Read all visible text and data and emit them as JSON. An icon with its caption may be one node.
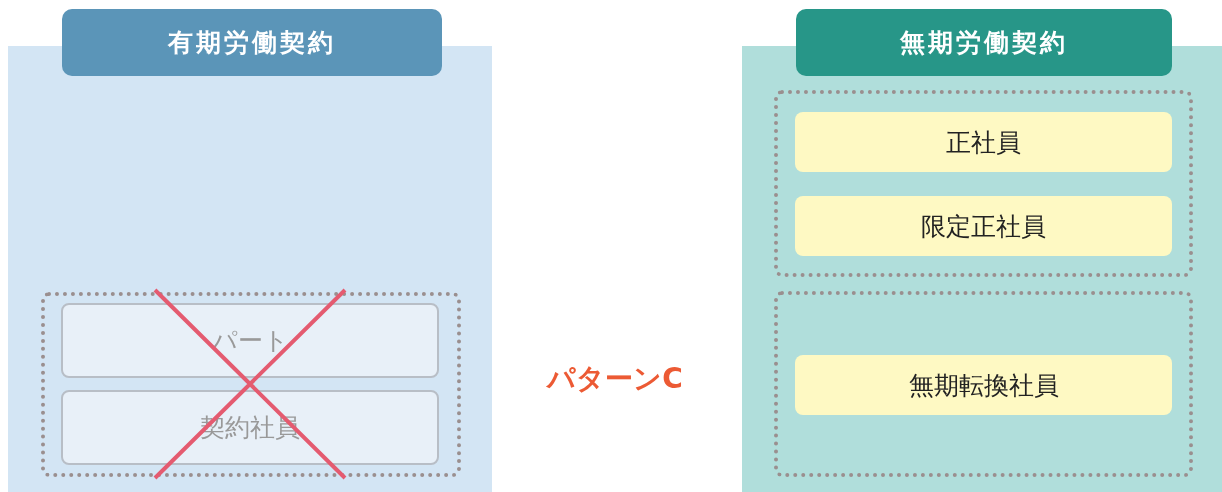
{
  "diagram": {
    "nodes": [
      {
        "text": [
          "有期労働契約"
        ]
      },
      {
        "text": [],
        "shape": "box",
        "in": 0
      },
      {
        "text": [
          "パート"
        ],
        "in": 1
      },
      {
        "text": [
          "契約社員"
        ],
        "in": 1
      },
      {
        "text": [
          "無期労働契約"
        ]
      },
      {
        "text": [],
        "shape": "box",
        "in": 4
      },
      {
        "text": [
          "正社員"
        ],
        "in": 5
      },
      {
        "text": [
          "限定正社員"
        ],
        "in": 5
      },
      {
        "text": [],
        "shape": "box",
        "in": 4
      },
      {
        "text": [
          "無期転換社員"
        ],
        "in": 8
      }
    ],
    "labels": [
      "パターンC"
    ]
  }
}
